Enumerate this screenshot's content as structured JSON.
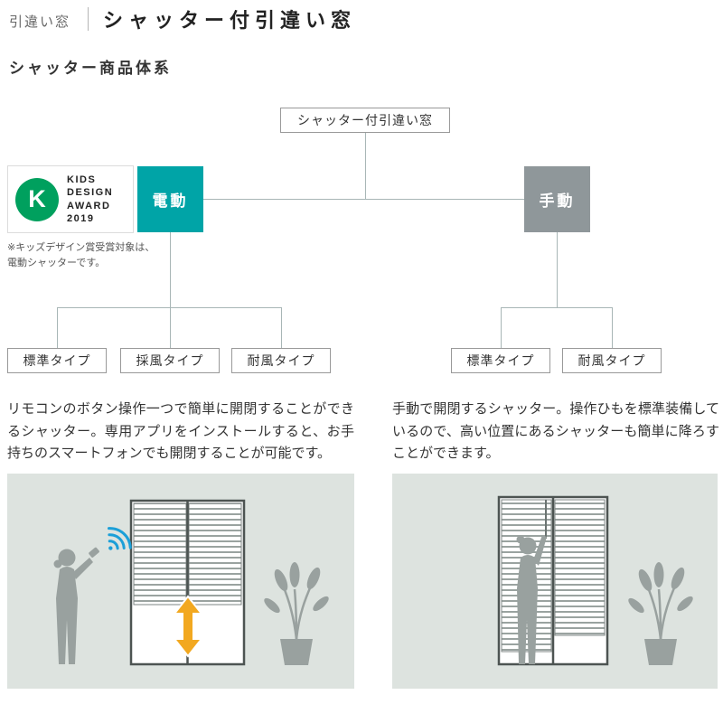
{
  "header": {
    "category": "引違い窓",
    "title": "シャッター付引違い窓"
  },
  "section": {
    "title": "シャッター商品体系"
  },
  "diagram": {
    "root": "シャッター付引違い窓",
    "electric": {
      "label": "電動",
      "color": "#00a4a7"
    },
    "manual": {
      "label": "手動",
      "color": "#8f979a"
    },
    "award": {
      "logo_letter": "K",
      "logo_color": "#00a05e",
      "lines": [
        "KIDS",
        "DESIGN",
        "AWARD",
        "2019"
      ],
      "note1": "※キッズデザイン賞受賞対象は、",
      "note2": "電動シャッターです。"
    },
    "electric_types": [
      "標準タイプ",
      "採風タイプ",
      "耐風タイプ"
    ],
    "manual_types": [
      "標準タイプ",
      "耐風タイプ"
    ]
  },
  "descriptions": {
    "electric": "リモコンのボタン操作一つで簡単に開閉することができるシャッター。専用アプリをインストールすると、お手持ちのスマートフォンでも開閉することが可能です。",
    "manual": "手動で開閉するシャッター。操作ひもを標準装備しているので、高い位置にあるシャッターも簡単に降ろすことができます。"
  },
  "illustrations": {
    "background": "#dde3df",
    "electric_icons": [
      "person-with-remote-icon",
      "wifi-icon",
      "shutter-window",
      "updown-arrow-icon",
      "plant-icon"
    ],
    "manual_icons": [
      "person-pulling-cord-icon",
      "cord",
      "shutter-window",
      "plant-icon"
    ]
  },
  "colors": {
    "connector_line": "#a8b6b6",
    "silhouette_gray": "#99a19f",
    "arrow_orange": "#f2a820",
    "wifi_blue": "#1b9fd8",
    "window_frame": "#4d5452"
  }
}
